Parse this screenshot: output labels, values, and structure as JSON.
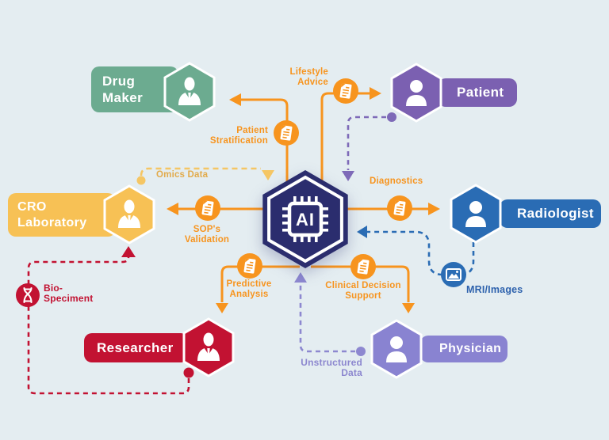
{
  "background": "#e4edf1",
  "hub": {
    "label": "AI",
    "color": "#2b2d6e",
    "icon": "ai-chip-icon"
  },
  "nodes": {
    "drug_maker": {
      "lines": [
        "Drug",
        "Maker"
      ],
      "color": "#6cab90",
      "icon": "businessman-icon"
    },
    "patient": {
      "lines": [
        "Patient"
      ],
      "color": "#7b60b1",
      "icon": "person-icon"
    },
    "radiologist": {
      "lines": [
        "Radiologist"
      ],
      "color": "#2a6cb4",
      "icon": "person-icon"
    },
    "cro_laboratory": {
      "lines": [
        "CRO",
        "Laboratory"
      ],
      "color": "#f7c155",
      "icon": "businessman-icon"
    },
    "researcher": {
      "lines": [
        "Researcher"
      ],
      "color": "#c21232",
      "icon": "businessman-icon"
    },
    "physician": {
      "lines": [
        "Physician"
      ],
      "color": "#8983d1",
      "icon": "person-icon"
    }
  },
  "connections": {
    "lifestyle_advice": {
      "lines": [
        "Lifestyle",
        "Advice"
      ],
      "color": "#f7941e",
      "line_color": "#f7941e",
      "badge_color": "#f7941e",
      "style": "solid",
      "icon": "document-icon"
    },
    "patient_stratification": {
      "lines": [
        "Patient",
        "Stratification"
      ],
      "color": "#f7941e",
      "line_color": "#f7941e",
      "badge_color": "#f7941e",
      "style": "solid",
      "icon": "document-icon"
    },
    "omics_data": {
      "lines": [
        "Omics Data"
      ],
      "color": "#e2ab4b",
      "line_color": "#f5c664",
      "style": "dashed"
    },
    "patient_data_return": {
      "lines": [],
      "color": "#7e6ab8",
      "line_color": "#7e6ab8",
      "style": "dashed"
    },
    "sops_validation": {
      "lines": [
        "SOP's",
        "Validation"
      ],
      "color": "#f7941e",
      "line_color": "#f7941e",
      "badge_color": "#f7941e",
      "style": "solid",
      "icon": "document-icon"
    },
    "diagnostics": {
      "lines": [
        "Diagnostics"
      ],
      "color": "#f7941e",
      "line_color": "#f7941e",
      "badge_color": "#f7941e",
      "style": "solid",
      "icon": "document-icon"
    },
    "predictive_analysis": {
      "lines": [
        "Predictive",
        "Analysis"
      ],
      "color": "#f7941e",
      "line_color": "#f7941e",
      "badge_color": "#f7941e",
      "style": "solid",
      "icon": "document-icon"
    },
    "clinical_decision_support": {
      "lines": [
        "Clinical Decision",
        "Support"
      ],
      "color": "#f7941e",
      "line_color": "#f7941e",
      "badge_color": "#f7941e",
      "style": "solid",
      "icon": "document-icon"
    },
    "unstructured_data": {
      "lines": [
        "Unstructured",
        "Data"
      ],
      "color": "#8c87cf",
      "line_color": "#8d88d0",
      "style": "dashed"
    },
    "mri_images": {
      "lines": [
        "MRI/Images"
      ],
      "color": "#2e62ad",
      "line_color": "#2a6cb4",
      "badge_color": "#2a6cb4",
      "style": "dashed",
      "icon": "mri-image-icon"
    },
    "bio_speciment": {
      "lines": [
        "Bio-",
        "Speciment"
      ],
      "color": "#c21232",
      "line_color": "#c21232",
      "badge_color": "#c21232",
      "style": "dashed",
      "icon": "dna-icon"
    }
  }
}
